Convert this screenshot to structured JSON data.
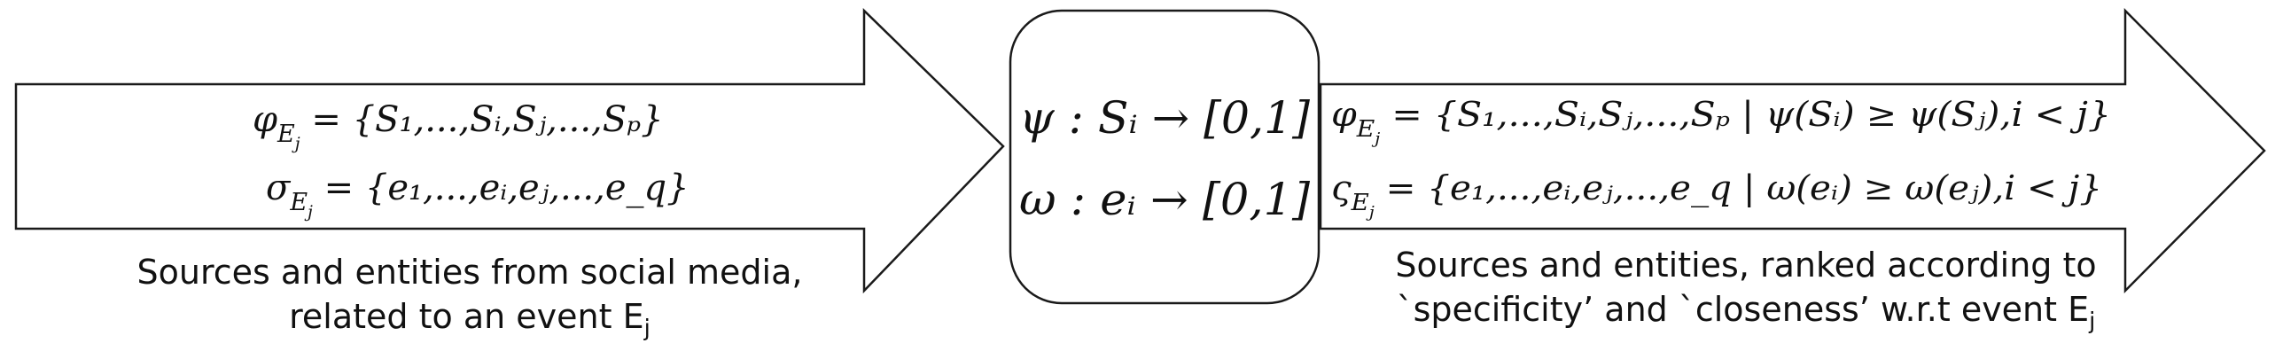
{
  "left_arrow": {
    "formula_top": {
      "symbol": "φ",
      "sub": "E",
      "subsub": "j",
      "rest": " = {S₁,...,Sᵢ,Sⱼ,...,Sₚ}"
    },
    "formula_bottom": {
      "symbol": "σ",
      "sub": "E",
      "subsub": "j",
      "rest": " = {e₁,...,eᵢ,eⱼ,...,e_q}"
    },
    "caption_line1": "Sources and entities from social media,",
    "caption_line2": "related to an event E",
    "caption_line2_sub": "j"
  },
  "center_box": {
    "formula_top": {
      "symbol": "ψ",
      "rest": " : Sᵢ → [0,1]"
    },
    "formula_bottom": {
      "symbol": "ω",
      "rest": " : eᵢ → [0,1]"
    }
  },
  "right_arrow": {
    "formula_top": {
      "symbol": "φ",
      "sub": "E",
      "subsub": "j",
      "rest": " = {S₁,...,Sᵢ,Sⱼ,...,Sₚ | ψ(Sᵢ) ≥ ψ(Sⱼ),i < j}"
    },
    "formula_bottom": {
      "symbol": "ς",
      "sub": "E",
      "subsub": "j",
      "rest": " = {e₁,...,eᵢ,eⱼ,...,e_q | ω(eᵢ) ≥ ω(eⱼ),i < j}"
    },
    "caption_line1": "Sources and entities, ranked according to",
    "caption_line2": "`specificity’ and `closeness’ w.r.t event E",
    "caption_line2_sub": "j"
  },
  "colors": {
    "stroke": "#1a1a1a",
    "text": "#111111",
    "background": "#ffffff"
  }
}
